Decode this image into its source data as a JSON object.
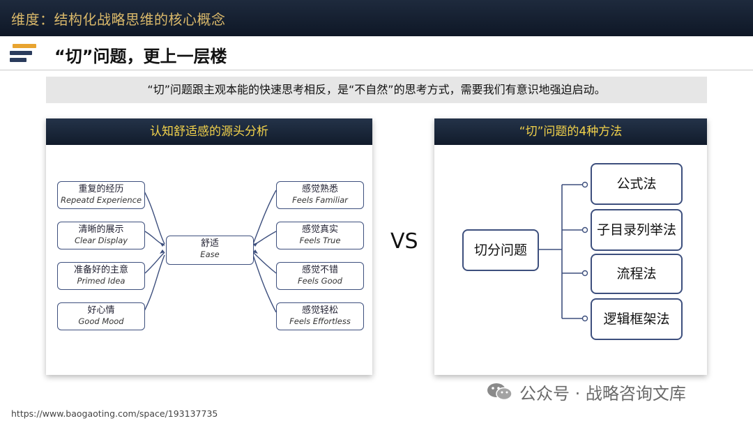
{
  "header": {
    "title": "维度：结构化战略思维的核心概念"
  },
  "heading": "“切”问题，更上一层楼",
  "subtitle": "“切”问题跟主观本能的快速思考相反，是“不自然”的思考方式，需要我们有意识地强迫启动。",
  "left_panel": {
    "title": "认知舒适感的源头分析",
    "center": {
      "zh": "舒适",
      "en": "Ease"
    },
    "left_items": [
      {
        "zh": "重复的经历",
        "en": "Repeatd Experience"
      },
      {
        "zh": "清晰的展示",
        "en": "Clear Display"
      },
      {
        "zh": "准备好的主意",
        "en": "Primed Idea"
      },
      {
        "zh": "好心情",
        "en": "Good Mood"
      }
    ],
    "right_items": [
      {
        "zh": "感觉熟悉",
        "en": "Feels Familiar"
      },
      {
        "zh": "感觉真实",
        "en": "Feels True"
      },
      {
        "zh": "感觉不错",
        "en": "Feels Good"
      },
      {
        "zh": "感觉轻松",
        "en": "Feels Effortless"
      }
    ]
  },
  "vs_label": "VS",
  "right_panel": {
    "title": "“切”问题的4种方法",
    "root": "切分问题",
    "methods": [
      "公式法",
      "子目录列举法",
      "流程法",
      "逻辑框架法"
    ]
  },
  "watermark": "公众号 · 战略咨询文库",
  "footer_url": "https://www.baogaoting.com/space/193137735",
  "colors": {
    "topbar": "#16202f",
    "accent_gold": "#d9b86a",
    "panel_title": "#f2d24b",
    "box_border": "#3d4f7d"
  }
}
